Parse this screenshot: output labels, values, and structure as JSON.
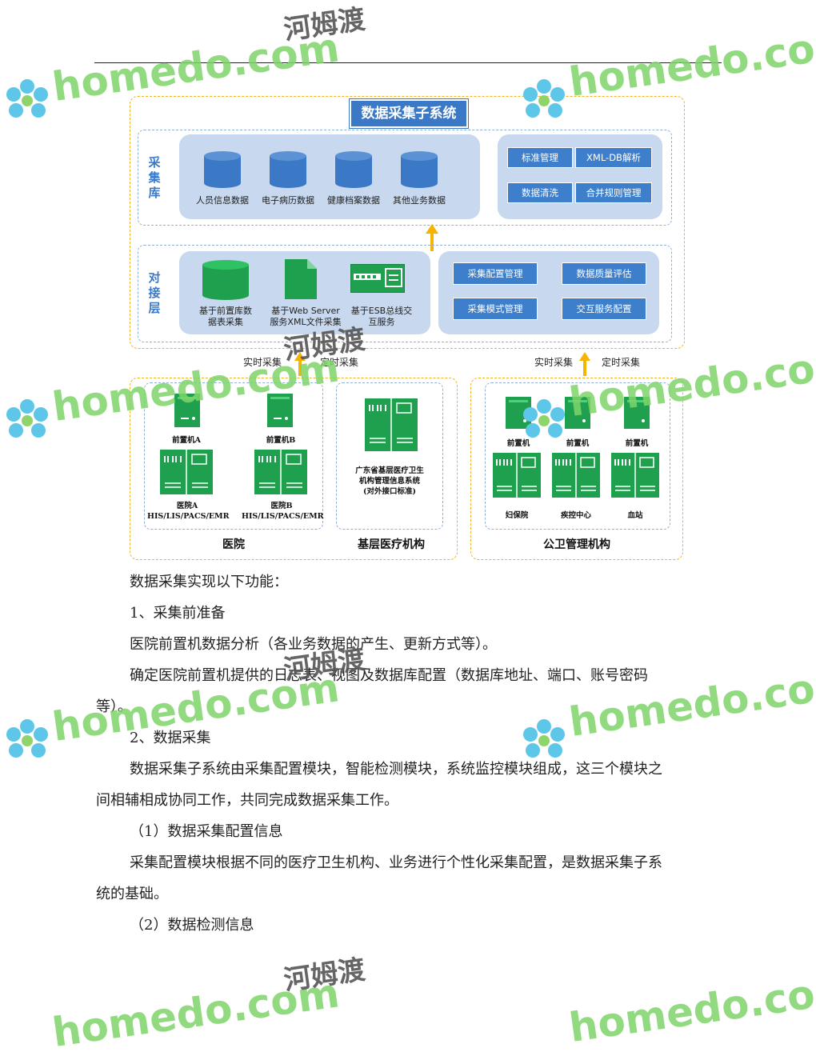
{
  "diagram": {
    "title": "数据采集子系统",
    "collect_layer": {
      "label": "采\n集\n库",
      "databases": [
        "人员信息数据",
        "电子病历数据",
        "健康档案数据",
        "其他业务数据"
      ],
      "buttons": [
        "标准管理",
        "XML-DB解析",
        "数据清洗",
        "合并规则管理"
      ]
    },
    "interface_layer": {
      "label": "对\n接\n层",
      "items": [
        "基于前置库数\n据表采集",
        "基于Web Server\n服务XML文件采集",
        "基于ESB总线交\n互服务"
      ],
      "buttons": [
        "采集配置管理",
        "数据质量评估",
        "采集模式管理",
        "交互服务配置"
      ]
    },
    "flow_left": {
      "realtime": "实时采集",
      "scheduled": "定时采集"
    },
    "flow_right": {
      "realtime": "实时采集",
      "scheduled": "定时采集"
    },
    "hospital": {
      "title": "医院",
      "front_a": "前置机A",
      "front_b": "前置机B",
      "hosp_a": "医院A\nHIS/LIS/PACS/EMR",
      "hosp_b": "医院B\nHIS/LIS/PACS/EMR"
    },
    "primary": {
      "title": "基层医疗机构",
      "system": "广东省基层医疗卫生\n机构管理信息系统\n(对外接口标准)"
    },
    "public_health": {
      "title": "公卫管理机构",
      "front": [
        "前置机",
        "前置机",
        "前置机"
      ],
      "orgs": [
        "妇保院",
        "疾控中心",
        "血站"
      ]
    }
  },
  "body": {
    "p1": "数据采集实现以下功能：",
    "h1": "1、采集前准备",
    "p2": "医院前置机数据分析（各业务数据的产生、更新方式等）。",
    "p3a": "确定医院前置机提供的日志表、视图及数据库配置（数据库地址、端口、账号密码",
    "p3b": "等）。",
    "h2": "2、数据采集",
    "p4a": "数据采集子系统由采集配置模块，智能检测模块，系统监控模块组成，这三个模块之",
    "p4b": "间相辅相成协同工作，共同完成数据采集工作。",
    "h3": "（1）数据采集配置信息",
    "p5a": "采集配置模块根据不同的医疗卫生机构、业务进行个性化采集配置，是数据采集子系",
    "p5b": "统的基础。",
    "h4": "（2）数据检测信息"
  },
  "watermark": {
    "text": "homedo.com",
    "cn": "河姆渡"
  },
  "colors": {
    "accent_blue": "#3b78c6",
    "server_green": "#1ea04f",
    "arrow_orange": "#f5b400",
    "panel_blue": "#c7d8ef"
  }
}
